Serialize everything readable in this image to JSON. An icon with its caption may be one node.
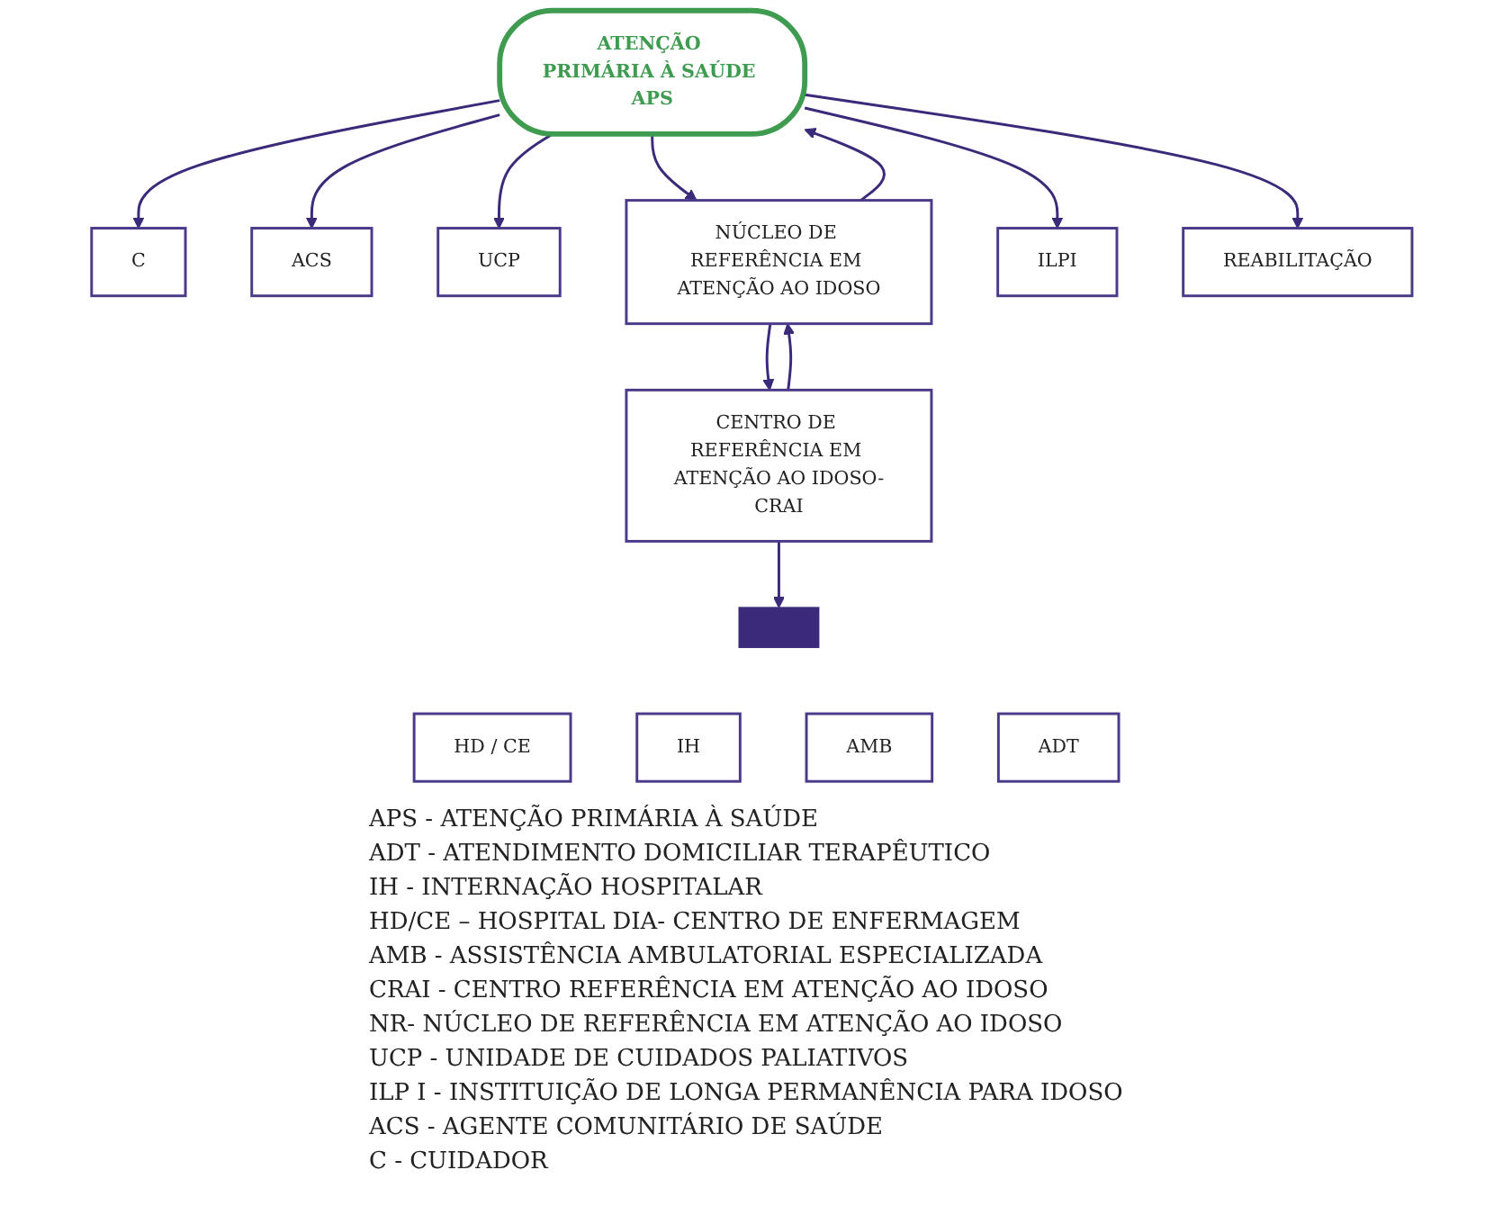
{
  "diagram": {
    "nodes": [
      {
        "text": [
          "C"
        ]
      },
      {
        "text": [
          "ACS"
        ]
      },
      {
        "text": [
          "UCP"
        ]
      },
      {
        "text": [
          "ATENÇÃO PRIMÁRIA À SAÚDE APS"
        ]
      },
      {
        "text": [
          "NÚCLEO DE REFERÊNCIA EM ATENÇÃO AO IDOSO"
        ]
      },
      {
        "text": [
          "CENTRO DE REFERÊNCIA EM ATENÇÃO AO IDOSO-CRAI"
        ]
      },
      {
        "text": [
          "ILPI"
        ]
      },
      {
        "text": [
          "REABILITAÇÃO"
        ]
      },
      {
        "text": [],
        "shape": "bar"
      },
      {
        "text": [
          "HD / CE"
        ]
      },
      {
        "text": [
          "IH"
        ]
      },
      {
        "text": [
          "AMB"
        ]
      },
      {
        "text": [
          "ADT"
        ]
      }
    ],
    "edges": [
      {
        "from": 3,
        "to": 0,
        "arrow": "to"
      },
      {
        "from": 3,
        "to": 1,
        "arrow": "to"
      },
      {
        "from": 3,
        "to": 2,
        "arrow": "to"
      },
      {
        "from": 3,
        "to": 6,
        "arrow": "to"
      },
      {
        "from": 4,
        "to": 3,
        "arrow": "to"
      },
      {
        "from": 3,
        "to": 4,
        "arrow": "to"
      },
      {
        "from": 5,
        "to": 4,
        "arrow": "to"
      },
      {
        "from": 4,
        "to": 5,
        "arrow": "to"
      },
      {
        "from": 3,
        "to": 7,
        "arrow": "to"
      },
      {
        "from": 5,
        "to": 8,
        "arrow": "to"
      }
    ],
    "labels": [
      "APS - ATENÇÃO PRIMÁRIA À SAÚDE",
      "ADT - ATENDIMENTO DOMICILIAR TERAPÊUTICO",
      "IH - INTERNAÇÃO HOSPITALAR",
      "HD/CE – HOSPITAL DIA- CENTRO DE ENFERMAGEM",
      "AMB - ASSISTÊNCIA AMBULATORIAL ESPECIALIZADA",
      "CRAI - CENTRO REFERÊNCIA EM ATENÇÃO AO IDOSO",
      "NR- NÚCLEO DE REFERÊNCIA EM ATENÇÃO AO IDOSO",
      "UCP - UNIDADE DE CUIDADOS PALIATIVOS",
      "ILP I - INSTITUIÇÃO DE LONGA PERMANÊNCIA PARA IDOSO",
      "ACS - AGENTE COMUNITÁRIO DE SAÚDE",
      "C - CUIDADOR"
    ]
  }
}
